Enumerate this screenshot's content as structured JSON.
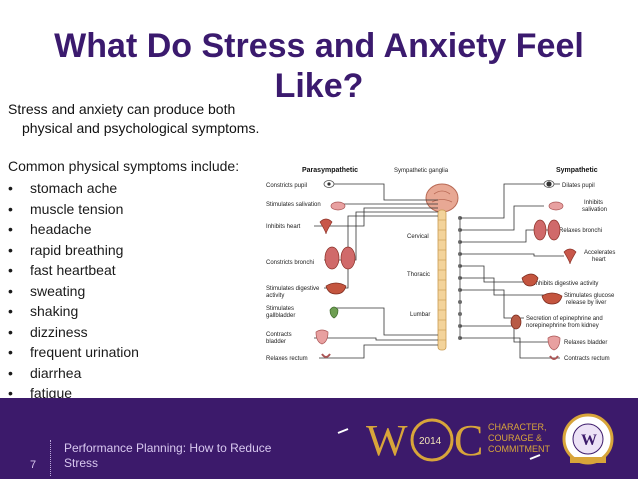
{
  "slide": {
    "title": "What Do Stress and Anxiety Feel Like?",
    "intro_line1": "Stress and anxiety can produce both",
    "intro_line2": "physical and psychological symptoms.",
    "symptoms_heading": "Common physical symptoms include:",
    "symptoms": [
      "stomach ache",
      "muscle tension",
      "headache",
      "rapid breathing",
      "fast heartbeat",
      "sweating",
      "shaking",
      "dizziness",
      "frequent urination",
      "diarrhea",
      "fatigue"
    ],
    "bullet": "•"
  },
  "diagram": {
    "parasympathetic": "Parasympathetic",
    "sympathetic_ganglia": "Sympathetic ganglia",
    "sympathetic": "Sympathetic",
    "cervical": "Cervical",
    "thoracic": "Thoracic",
    "lumbar": "Lumbar",
    "left": [
      "Constricts pupil",
      "Stimulates salivation",
      "Inhibits heart",
      "Constricts bronchi",
      "Stimulates digestive",
      "activity",
      "Stimulates",
      "gallbladder",
      "Contracts",
      "bladder",
      "Relaxes rectum"
    ],
    "right": [
      "Dilates pupil",
      "Inhibits",
      "salivation",
      "Relaxes bronchi",
      "Accelerates",
      "heart",
      "Inhibits digestive activity",
      "Stimulates glucose",
      "release by liver",
      "Secretion of epinephrine and",
      "norepinephrine from kidney",
      "Relaxes bladder",
      "Contracts rectum"
    ]
  },
  "footer": {
    "page_number": "7",
    "line1": "Performance Planning: How to Reduce",
    "line2": "Stress"
  },
  "logo": {
    "year": "2014",
    "w": "W",
    "c": "C",
    "tag1": "CHARACTER,",
    "tag2": "COURAGE &",
    "tag3": "COMMITMENT",
    "seal_letter": "W"
  },
  "colors": {
    "title": "#3b1a6e",
    "footer": "#3c1a6b",
    "gold": "#d8a53a",
    "nerve": "#f0c030",
    "organ": "#c8574a"
  }
}
